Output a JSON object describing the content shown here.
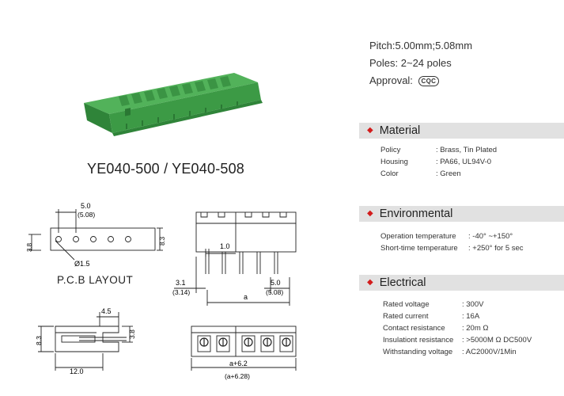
{
  "product": {
    "model": "YE040-500 / YE040-508"
  },
  "drawings": {
    "pcb_layout_label": "P.C.B   LAYOUT",
    "dims": {
      "pitch": "5.0",
      "pitch_alt": "(5.08)",
      "height_left": "3.8",
      "height_right": "8.3",
      "hole": "Ø1.5",
      "front_pin_gap": "1.0",
      "front_offset": "3.1",
      "front_offset_alt": "(3.14)",
      "front_pitch": "5.0",
      "front_pitch_alt": "(5.08)",
      "front_length": "a",
      "side_top": "4.5",
      "side_height": "8.3",
      "side_right": "3.8",
      "side_width": "12.0",
      "top_length": "a+6.2",
      "top_length_alt": "(a+6.28)"
    }
  },
  "specs": {
    "pitch": "Pitch:5.00mm;5.08mm",
    "poles": "Poles: 2~24 poles",
    "approval_label": "Approval:",
    "approval_mark": "CQC"
  },
  "sections": {
    "material": {
      "title": "Material",
      "rows": [
        {
          "label": "Policy",
          "value": ": Brass, Tin  Plated"
        },
        {
          "label": "Housing",
          "value": ": PA66, UL94V-0"
        },
        {
          "label": "Color",
          "value": ": Green"
        }
      ]
    },
    "environmental": {
      "title": "Environmental",
      "rows": [
        {
          "label": "Operation  temperature",
          "value": ":  -40°  ~+150°"
        },
        {
          "label": "Short-time  temperature",
          "value": ": +250°  for 5 sec"
        }
      ]
    },
    "electrical": {
      "title": "Electrical",
      "rows": [
        {
          "label": "Rated  voltage",
          "value": ":  300V"
        },
        {
          "label": "Rated  current",
          "value": ":  16A"
        },
        {
          "label": "Contact  resistance",
          "value": ":  20m Ω"
        },
        {
          "label": "Insulationt  resistance",
          "value": ": >5000M Ω   DC500V"
        },
        {
          "label": "Withstanding  voltage",
          "value": ": AC2000V/1Min"
        }
      ]
    }
  },
  "colors": {
    "housing_green": "#3fa04a",
    "bullet_red": "#d21c1c",
    "band_gray": "#e1e1e1"
  }
}
